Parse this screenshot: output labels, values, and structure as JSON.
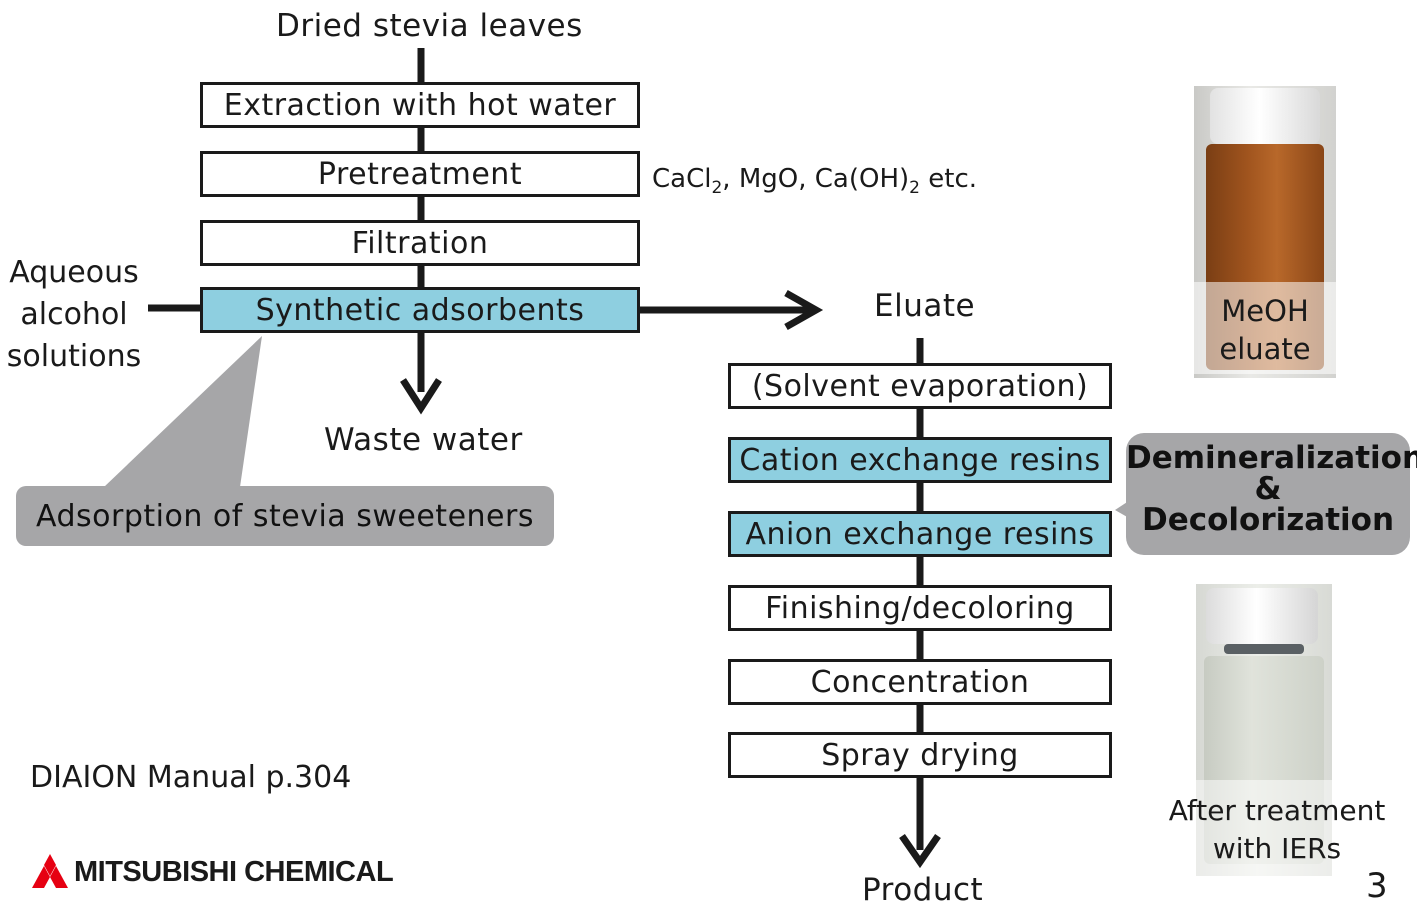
{
  "flow_left": {
    "start": "Dried stevia leaves",
    "steps": [
      "Extraction with hot water",
      "Pretreatment",
      "Filtration",
      "Synthetic adsorbents"
    ],
    "pretreatment_reagents": {
      "cacl": "CaCl",
      "sub2a": "2",
      "mid": ", MgO, Ca(OH)",
      "sub2b": "2",
      "tail": " etc."
    },
    "side_input": [
      "Aqueous",
      "alcohol",
      "solutions"
    ],
    "waste": "Waste water",
    "callout": "Adsorption of stevia sweeteners"
  },
  "flow_right": {
    "start": "Eluate",
    "steps": [
      "(Solvent evaporation)",
      "Cation exchange resins",
      "Anion exchange resins",
      "Finishing/decoloring",
      "Concentration",
      "Spray drying"
    ],
    "end": "Product",
    "callout": [
      "Demineralization",
      "&",
      "Decolorization"
    ]
  },
  "photos": {
    "before": [
      "MeOH",
      "eluate"
    ],
    "after": [
      "After treatment",
      "with IERs"
    ]
  },
  "footer": {
    "reference": "DIAION Manual p.304",
    "company": "MITSUBISHI CHEMICAL",
    "page_number": "3"
  },
  "colors": {
    "adsorbent_box": "#8ecfe0",
    "callout_gray": "#a6a6a8",
    "logo_red": "#e60012"
  }
}
